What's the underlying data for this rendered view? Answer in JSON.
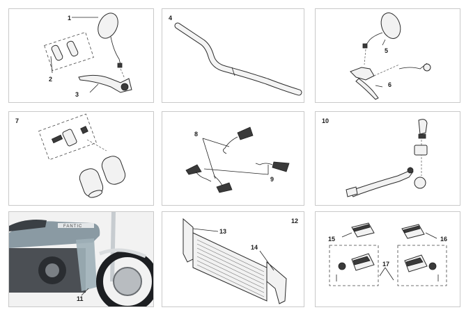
{
  "callouts": {
    "p1": [
      "1",
      "2",
      "3"
    ],
    "p2": [
      "4"
    ],
    "p3": [
      "5",
      "6"
    ],
    "p4": [
      "7"
    ],
    "p5": [
      "8",
      "9"
    ],
    "p6": [
      "10"
    ],
    "p7": [
      "11"
    ],
    "p8": [
      "12",
      "13",
      "14"
    ],
    "p9": [
      "15",
      "16",
      "17"
    ]
  },
  "bike_tank_badge": "FANTIC",
  "colors": {
    "panel_border": "#c9c9c9",
    "line": "#222222",
    "bike_body": "#8a9aa3"
  }
}
